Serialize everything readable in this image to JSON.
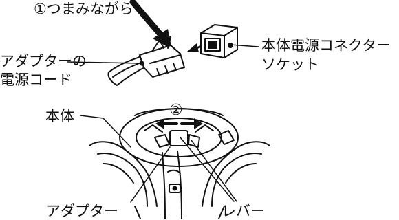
{
  "labels": {
    "step1": "①つまみながら",
    "adapter_cord_line1": "アダプターの",
    "adapter_cord_line2": "電源コード",
    "socket_line1": "本体電源コネクター",
    "socket_line2": "ソケット",
    "step2": "②",
    "body": "本体",
    "adapter": "アダプター",
    "lever": "レバー"
  }
}
